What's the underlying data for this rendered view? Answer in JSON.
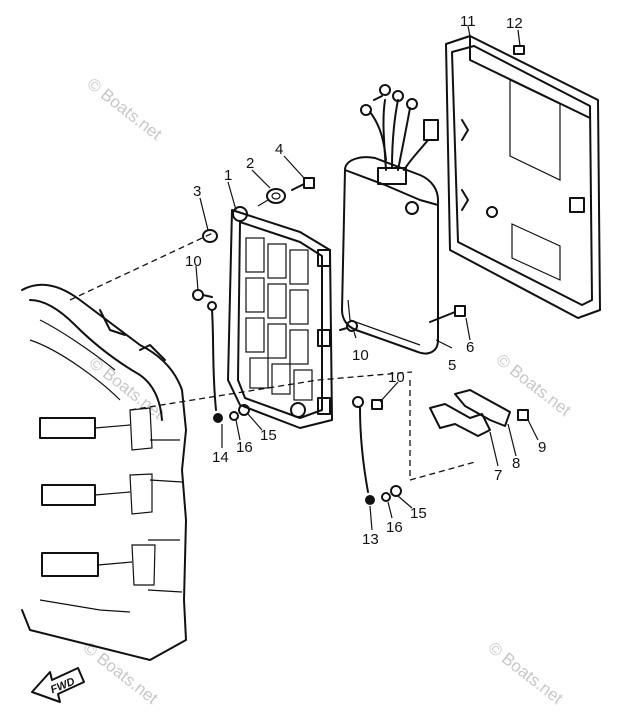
{
  "diagram": {
    "callouts": {
      "c1": "1",
      "c2": "2",
      "c3": "3",
      "c4": "4",
      "c5": "5",
      "c6": "6",
      "c7": "7",
      "c8": "8",
      "c9": "9",
      "c10a": "10",
      "c10b": "10",
      "c10c": "10",
      "c11": "11",
      "c12": "12",
      "c13": "13",
      "c14": "14",
      "c15a": "15",
      "c15b": "15",
      "c16a": "16",
      "c16b": "16"
    },
    "fwd_label": "FWD",
    "watermark": "© Boats.net"
  }
}
